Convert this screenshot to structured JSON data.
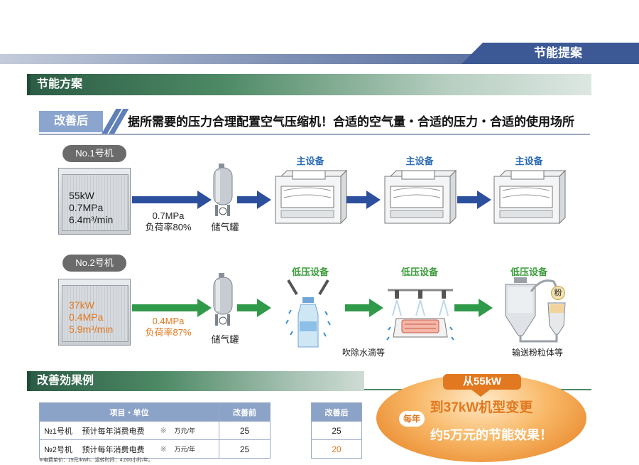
{
  "header": {
    "title": "节能提案"
  },
  "section1": {
    "title": "节能方案"
  },
  "banner": {
    "tag": "改善后",
    "text": "据所需要的压力合理配置空气压缩机！合适的空气量・合适的压力・合适的使用场所"
  },
  "row1": {
    "label": "No.1号机",
    "spec1": "55kW",
    "spec2": "0.7MPa",
    "spec3": "6.4m³/min",
    "pressure": "0.7MPa",
    "load": "负荷率80%",
    "tank": "储气罐",
    "devices": [
      "主设备",
      "主设备",
      "主设备"
    ]
  },
  "row2": {
    "label": "No.2号机",
    "spec1": "37kW",
    "spec2": "0.4MPa",
    "spec3": "5.9m³/min",
    "pressure": "0.4MPa",
    "load": "负荷率87%",
    "tank": "储气罐",
    "devices": [
      "低压设备",
      "低压设备",
      "低压设备"
    ],
    "captions": [
      "吹除水滴等",
      "输送粉粒体等"
    ],
    "powder": "粉"
  },
  "section2": {
    "title": "改善効果例"
  },
  "table": {
    "head_item": "项目・单位",
    "head_before": "改善前",
    "head_after": "改善后",
    "rows": [
      {
        "machine": "№1号机",
        "item": "预计每年消费电费",
        "mark": "※",
        "unit": "万元/年",
        "before": "25",
        "after": "25"
      },
      {
        "machine": "№2号机",
        "item": "预计每年消费电费",
        "mark": "※",
        "unit": "万元/年",
        "before": "25",
        "after": "20"
      }
    ],
    "note": "※电费单价：19元/kWh、运转时间：4,000小时/年。"
  },
  "callout": {
    "line1": "从55kW",
    "line2": "到37kW机型变更",
    "badge": "每年",
    "line3": "约5万元的节能效果！"
  },
  "colors": {
    "blue": "#2c4f9e",
    "green": "#2f9a4a",
    "orange": "#e2781f",
    "deviceBlue": "#2b6ab7",
    "deviceGreen": "#3b9d3b"
  }
}
